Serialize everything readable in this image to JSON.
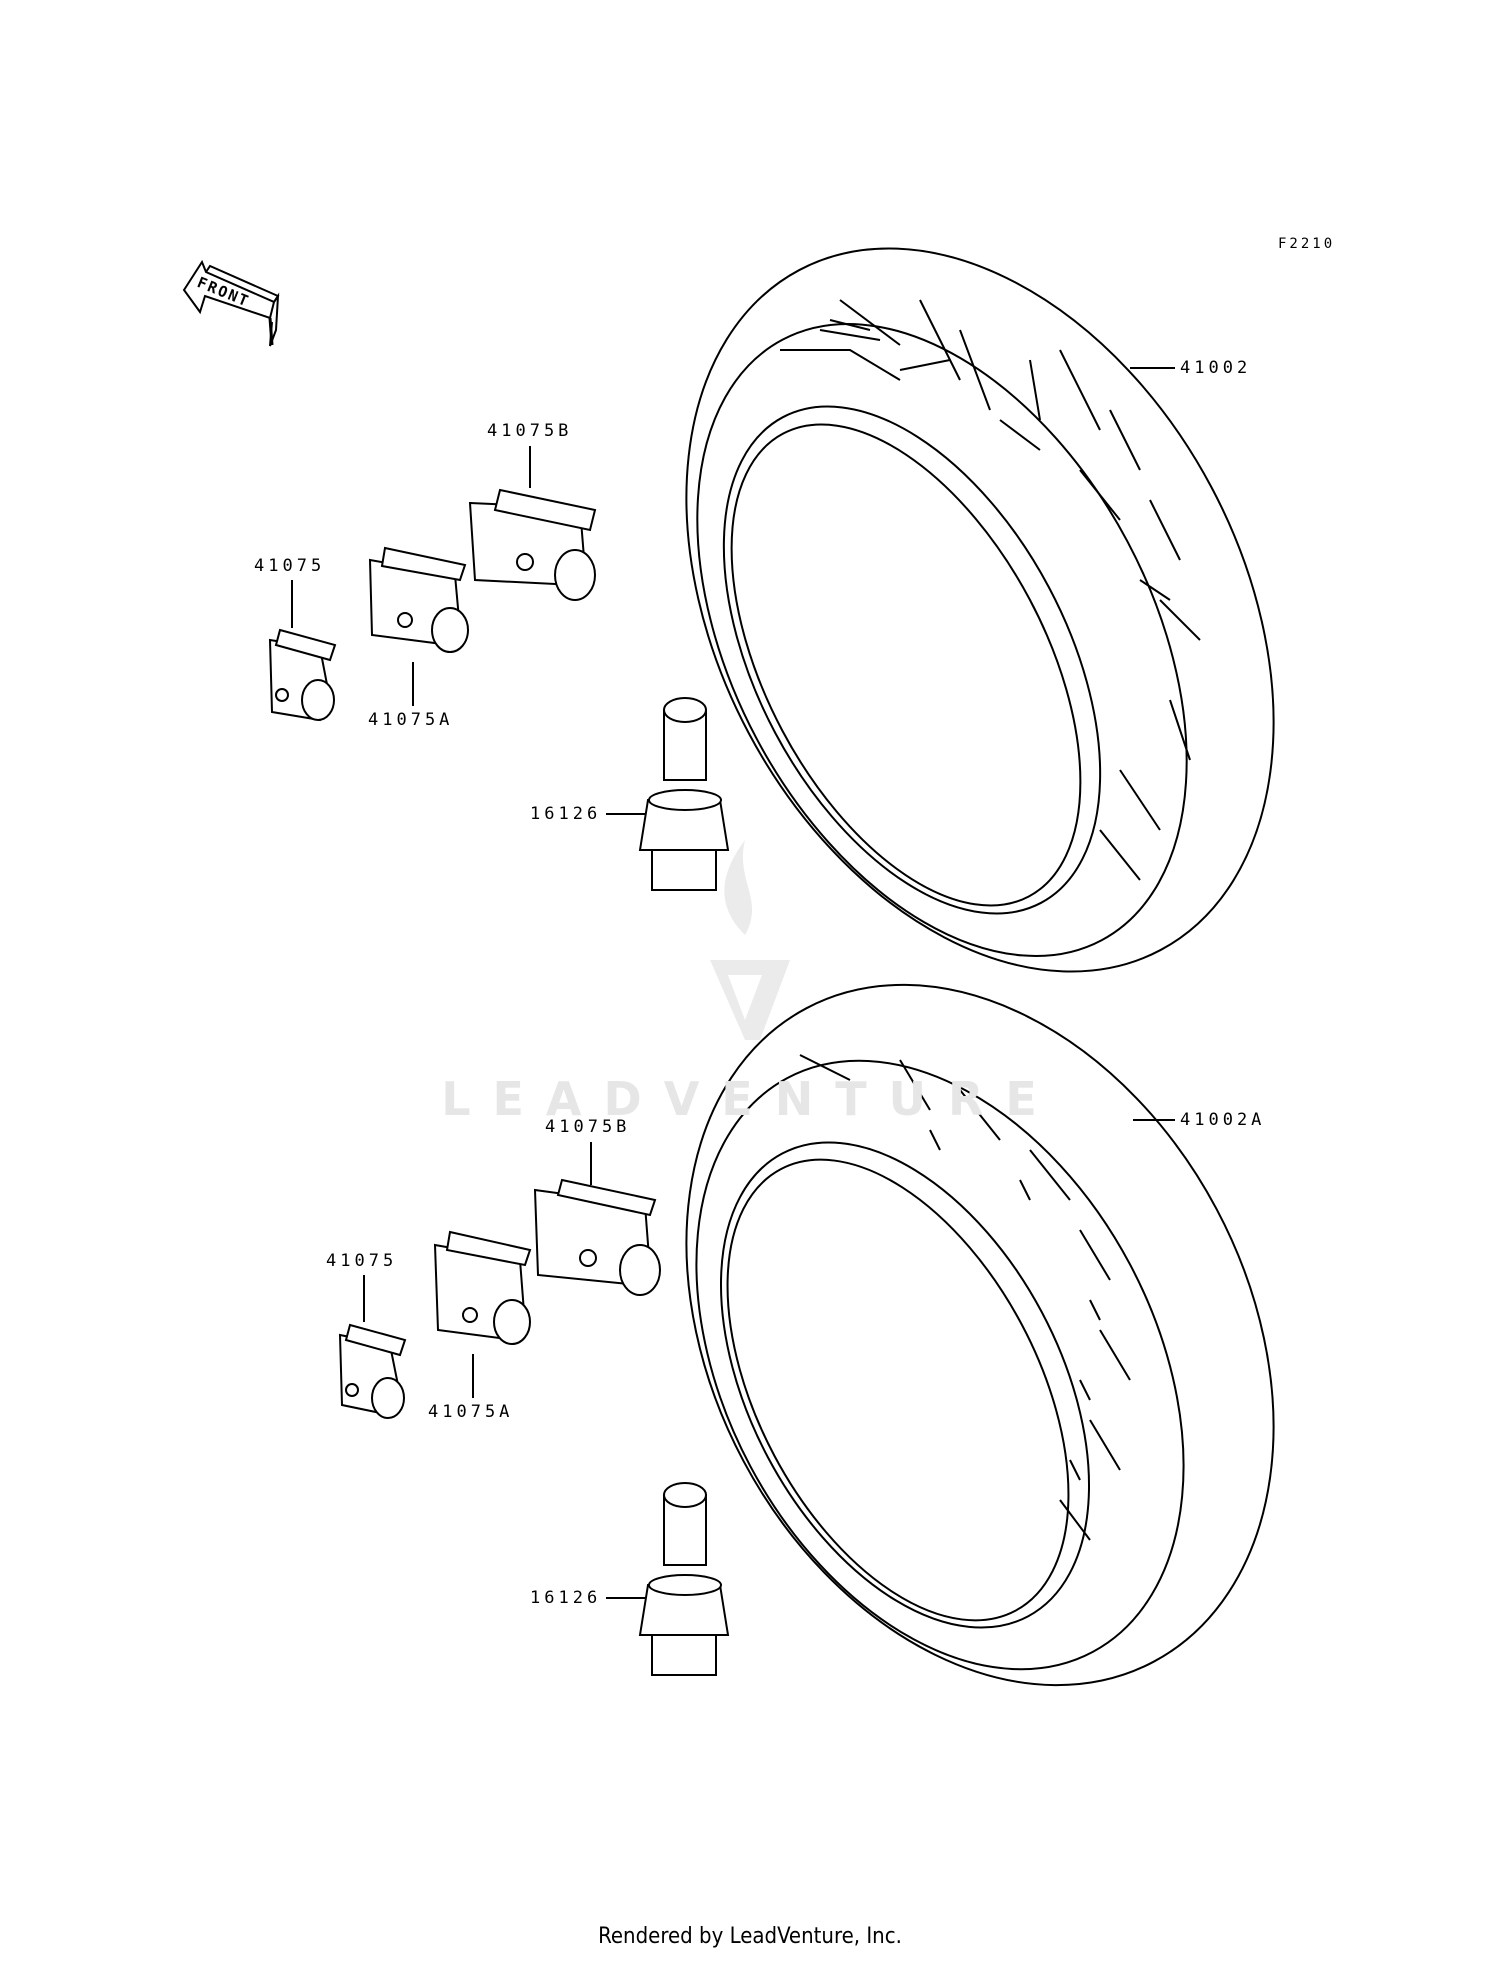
{
  "diagram_code": "F2210",
  "front_arrow_text": "FRONT",
  "watermark": "LEADVENTURE",
  "footer": "Rendered by LeadVenture, Inc.",
  "labels": {
    "tire_front": "41002",
    "tire_rear": "41002A",
    "weight_b_top": "41075B",
    "weight_top": "41075",
    "weight_a_top": "41075A",
    "valve_top": "16126",
    "weight_b_bottom": "41075B",
    "weight_bottom": "41075",
    "weight_a_bottom": "41075A",
    "valve_bottom": "16126"
  }
}
